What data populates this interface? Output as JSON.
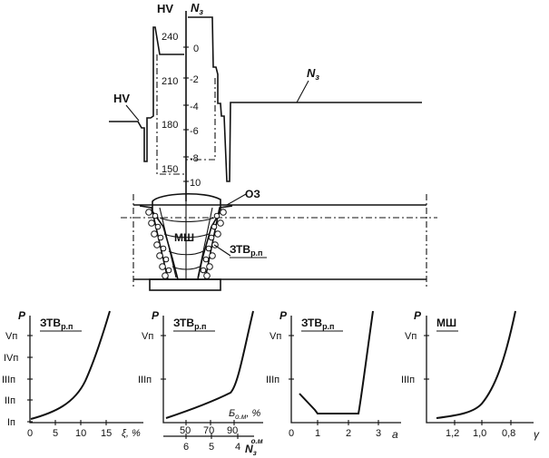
{
  "top_chart": {
    "hv_axis_label": "HV",
    "nz_axis_label": "N",
    "nz_axis_sub": "з",
    "hv_ticks": [
      "240",
      "210",
      "180",
      "150"
    ],
    "nz_ticks": [
      "0",
      "2",
      "4",
      "6",
      "8",
      "10"
    ],
    "curve_label_hv": "HV",
    "curve_label_nz": "N",
    "curve_label_nz_sub": "з"
  },
  "weld": {
    "label_oz": "ОЗ",
    "label_msh": "МШ",
    "label_ztv": "ЗТВ",
    "label_ztv_sub": "р.п"
  },
  "small_charts": [
    {
      "ylabel": "P",
      "title": "ЗТВ",
      "title_sub": "р.п",
      "y_ticks": [
        "Vп",
        "IVп",
        "IIIп",
        "IIп",
        "Iп"
      ],
      "x_ticks": [
        "0",
        "5",
        "10",
        "15"
      ],
      "xlabel": "ξ, %"
    },
    {
      "ylabel": "P",
      "title": "ЗТВ",
      "title_sub": "р.п",
      "y_ticks": [
        "Vп",
        "IIIп"
      ],
      "x_ticks": [
        "50",
        "70",
        "90"
      ],
      "xlabel": "Б",
      "xlabel_sub": "о.м",
      "xlabel_unit": ", %",
      "x2_ticks": [
        "6",
        "5",
        "4"
      ],
      "x2_label": "N",
      "x2_label_sub": "з",
      "x2_label_sup": "о.м"
    },
    {
      "ylabel": "P",
      "title": "ЗТВ",
      "title_sub": "р.п",
      "y_ticks": [
        "Vп",
        "IIIп"
      ],
      "x_ticks": [
        "0",
        "1",
        "2",
        "3"
      ],
      "xlabel": "a"
    },
    {
      "ylabel": "P",
      "title": "МШ",
      "y_ticks": [
        "Vп",
        "IIIп"
      ],
      "x_ticks": [
        "1,2",
        "1,0",
        "0,8"
      ],
      "xlabel": "γ"
    }
  ]
}
